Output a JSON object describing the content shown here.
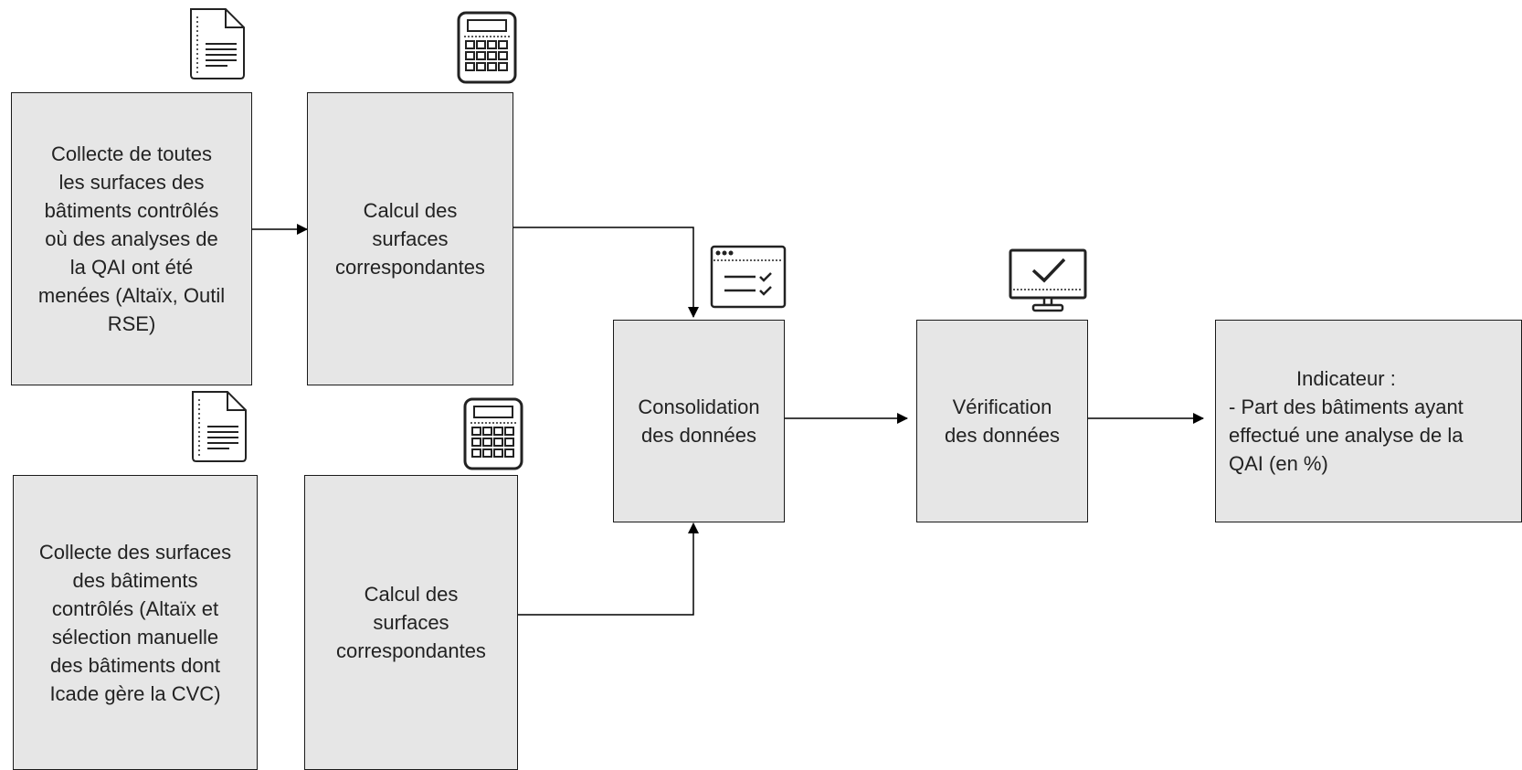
{
  "boxes": {
    "collecte_qai": "Collecte de toutes\nles surfaces des\nbâtiments contrôlés\noù des analyses de\nla QAI ont été\nmenées (Altaïx, Outil\nRSE)",
    "calcul_top": "Calcul des\nsurfaces\ncorrespondantes",
    "collecte_cvc": "Collecte des surfaces\ndes bâtiments\ncontrôlés (Altaïx et\nsélection manuelle\ndes bâtiments dont\nIcade gère la CVC)",
    "calcul_bottom": "Calcul des\nsurfaces\ncorrespondantes",
    "consolidation": "Consolidation\ndes données",
    "verification": "Vérification\ndes données",
    "indicateur_title": "Indicateur",
    "indicateur_sep": " :",
    "indicateur_body": "- Part des bâtiments ayant\neffectué une analyse de la\nQAI (en %)"
  },
  "icons": {
    "doc_top": "document-icon",
    "calc_top": "calculator-icon",
    "doc_bottom": "document-icon",
    "calc_bottom": "calculator-icon",
    "checklist": "checklist-window-icon",
    "monitor": "monitor-check-icon"
  },
  "colors": {
    "box_fill": "#e6e6e6",
    "stroke": "#1a1a1a"
  }
}
